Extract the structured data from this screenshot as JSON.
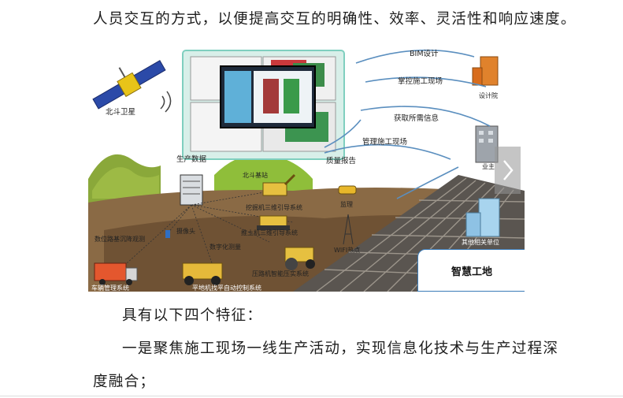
{
  "document": {
    "para_top": "人员交互的方式，以便提高交互的明确性、效率、灵活性和响应速度。",
    "para_features": "具有以下四个特征：",
    "para_one_line1": "一是聚焦施工现场一线生产活动，实现信息化技术与生产过程深",
    "para_one_line2": "度融合；"
  },
  "figure": {
    "satellite_label": "北斗卫星",
    "bim_label": "BIM设计",
    "design_institute_label": "设计院",
    "control_site_label": "掌控施工现场",
    "get_info_label": "获取所需信息",
    "manage_site_label": "管理施工现场",
    "owner_label": "业主",
    "production_data_label": "生产数据",
    "quality_report_label": "质量报告",
    "beidou_station_label": "北斗基站",
    "excavator_label": "挖掘机三维引导系统",
    "monitor_label": "监理",
    "camera_label": "摄像头",
    "bulldozer_label": "推土机三维引导系统",
    "digital_survey_label": "数字化测量",
    "wifi_label": "WIFI热点",
    "subsidence_label": "数位路基沉降观测",
    "roller_label": "压路机智能压实系统",
    "grader_label": "平地机找平自动控制系统",
    "transport_label": "车辆管理系统",
    "other_units_label": "其他相关单位",
    "smart_site_label": "智慧工地"
  },
  "carousel": {
    "next_icon": "chevron-right-icon"
  }
}
